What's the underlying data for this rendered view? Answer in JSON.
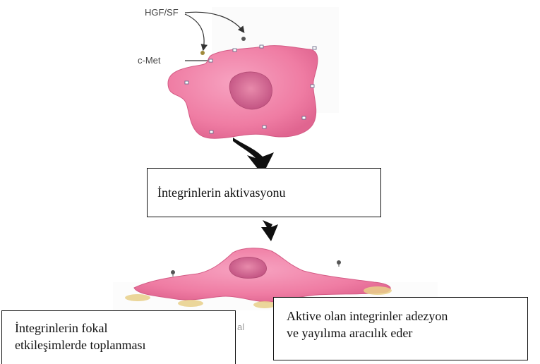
{
  "labels": {
    "ligand": "HGF/SF",
    "receptor": "c-Met"
  },
  "boxes": {
    "activation": "İntegrinlerin aktivasyonu",
    "adhesion_line1": "Aktive olan integrinler adezyon",
    "adhesion_line2": "ve yayılıma aracılık eder",
    "focal_line1": "İntegrinlerin fokal",
    "focal_line2": "etkileşimlerde toplanması"
  },
  "partial_text": "al",
  "colors": {
    "cell_fill": "#f27fa6",
    "cell_edge": "#d9587f",
    "nucleus": "#c85580",
    "arrow": "#0f0f0f",
    "focal_contact": "#e9d08a"
  }
}
